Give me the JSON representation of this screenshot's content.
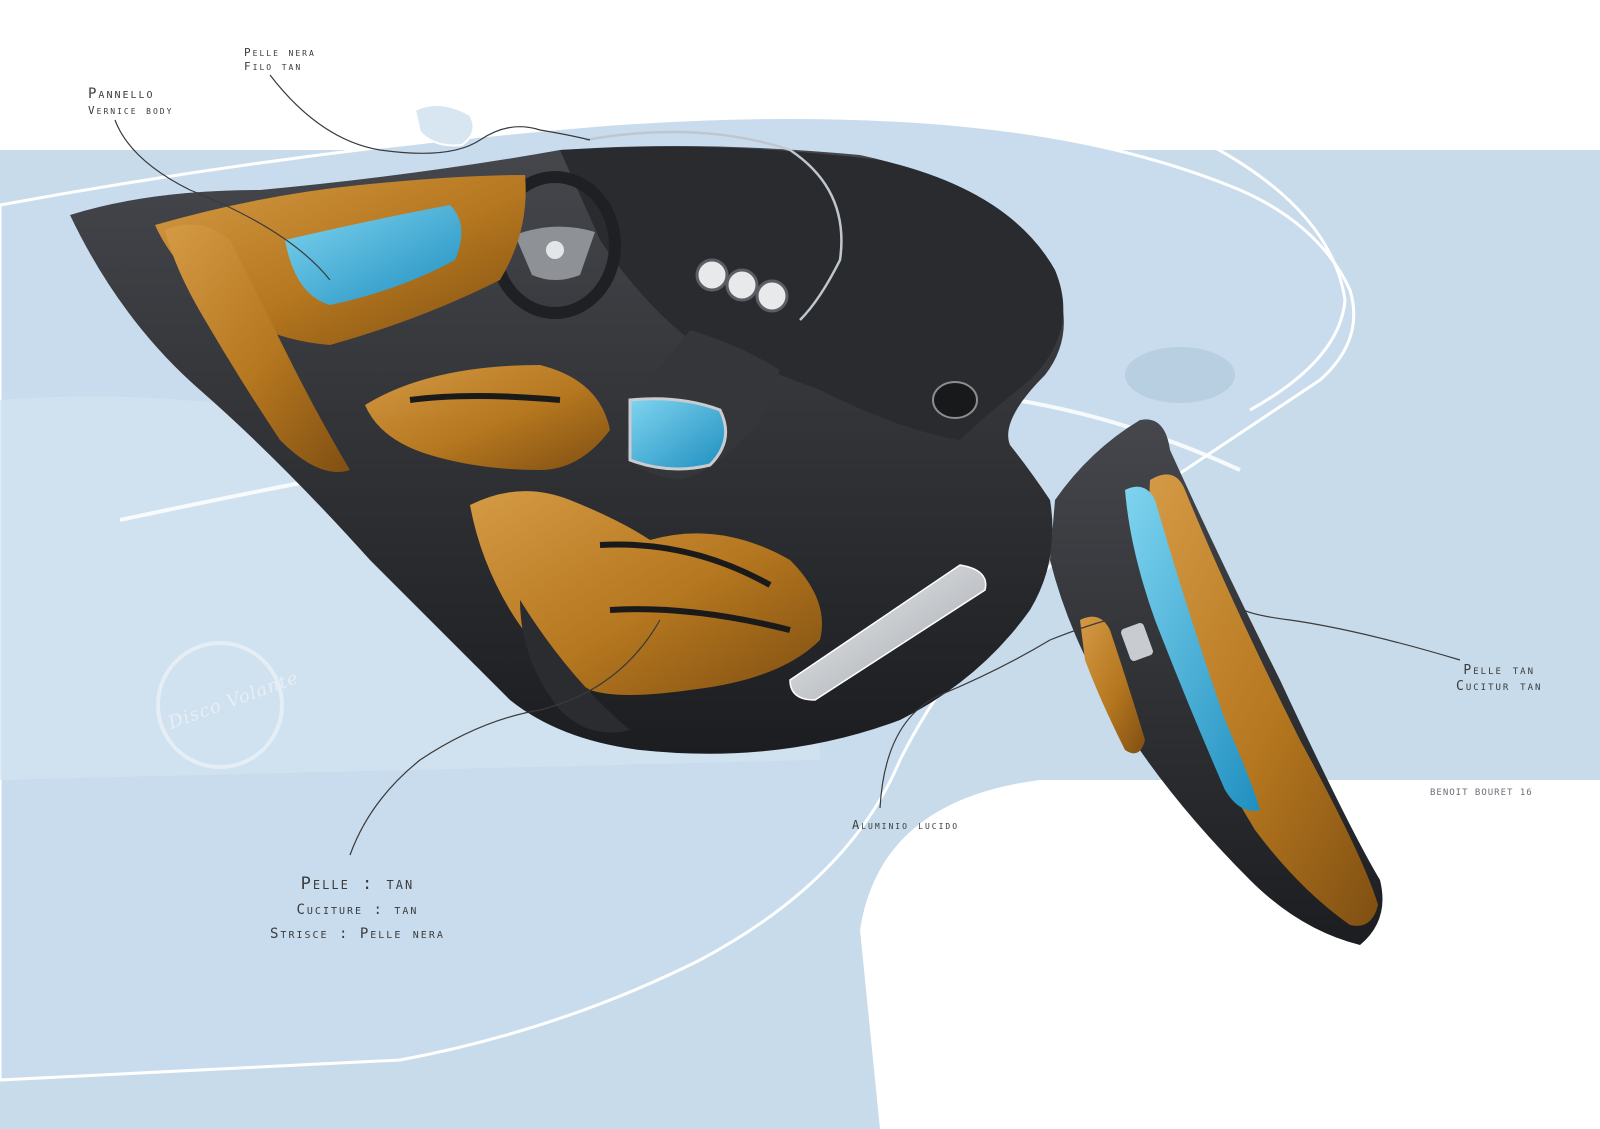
{
  "annotations": {
    "pelle_nera": [
      "Pelle nera",
      "Filo tan"
    ],
    "pannello": [
      "Pannello",
      "Vernice body"
    ],
    "pelle_tan": [
      "Pelle tan",
      "Cucitur tan"
    ],
    "alluminio": [
      "Aluminio lucido"
    ],
    "seat": [
      "Pelle : tan",
      "Cuciture : tan",
      "Strisce : Pelle nera"
    ]
  },
  "signature": "BENOIT BOURET 16",
  "badge": "Disco Volante",
  "colors": {
    "background_blue": "#c5d8e8",
    "leather_tan": "#b87b22",
    "dashboard_black": "#2e2f33",
    "accent_cyan": "#2ba6d3",
    "aluminium": "#c9cccf"
  }
}
